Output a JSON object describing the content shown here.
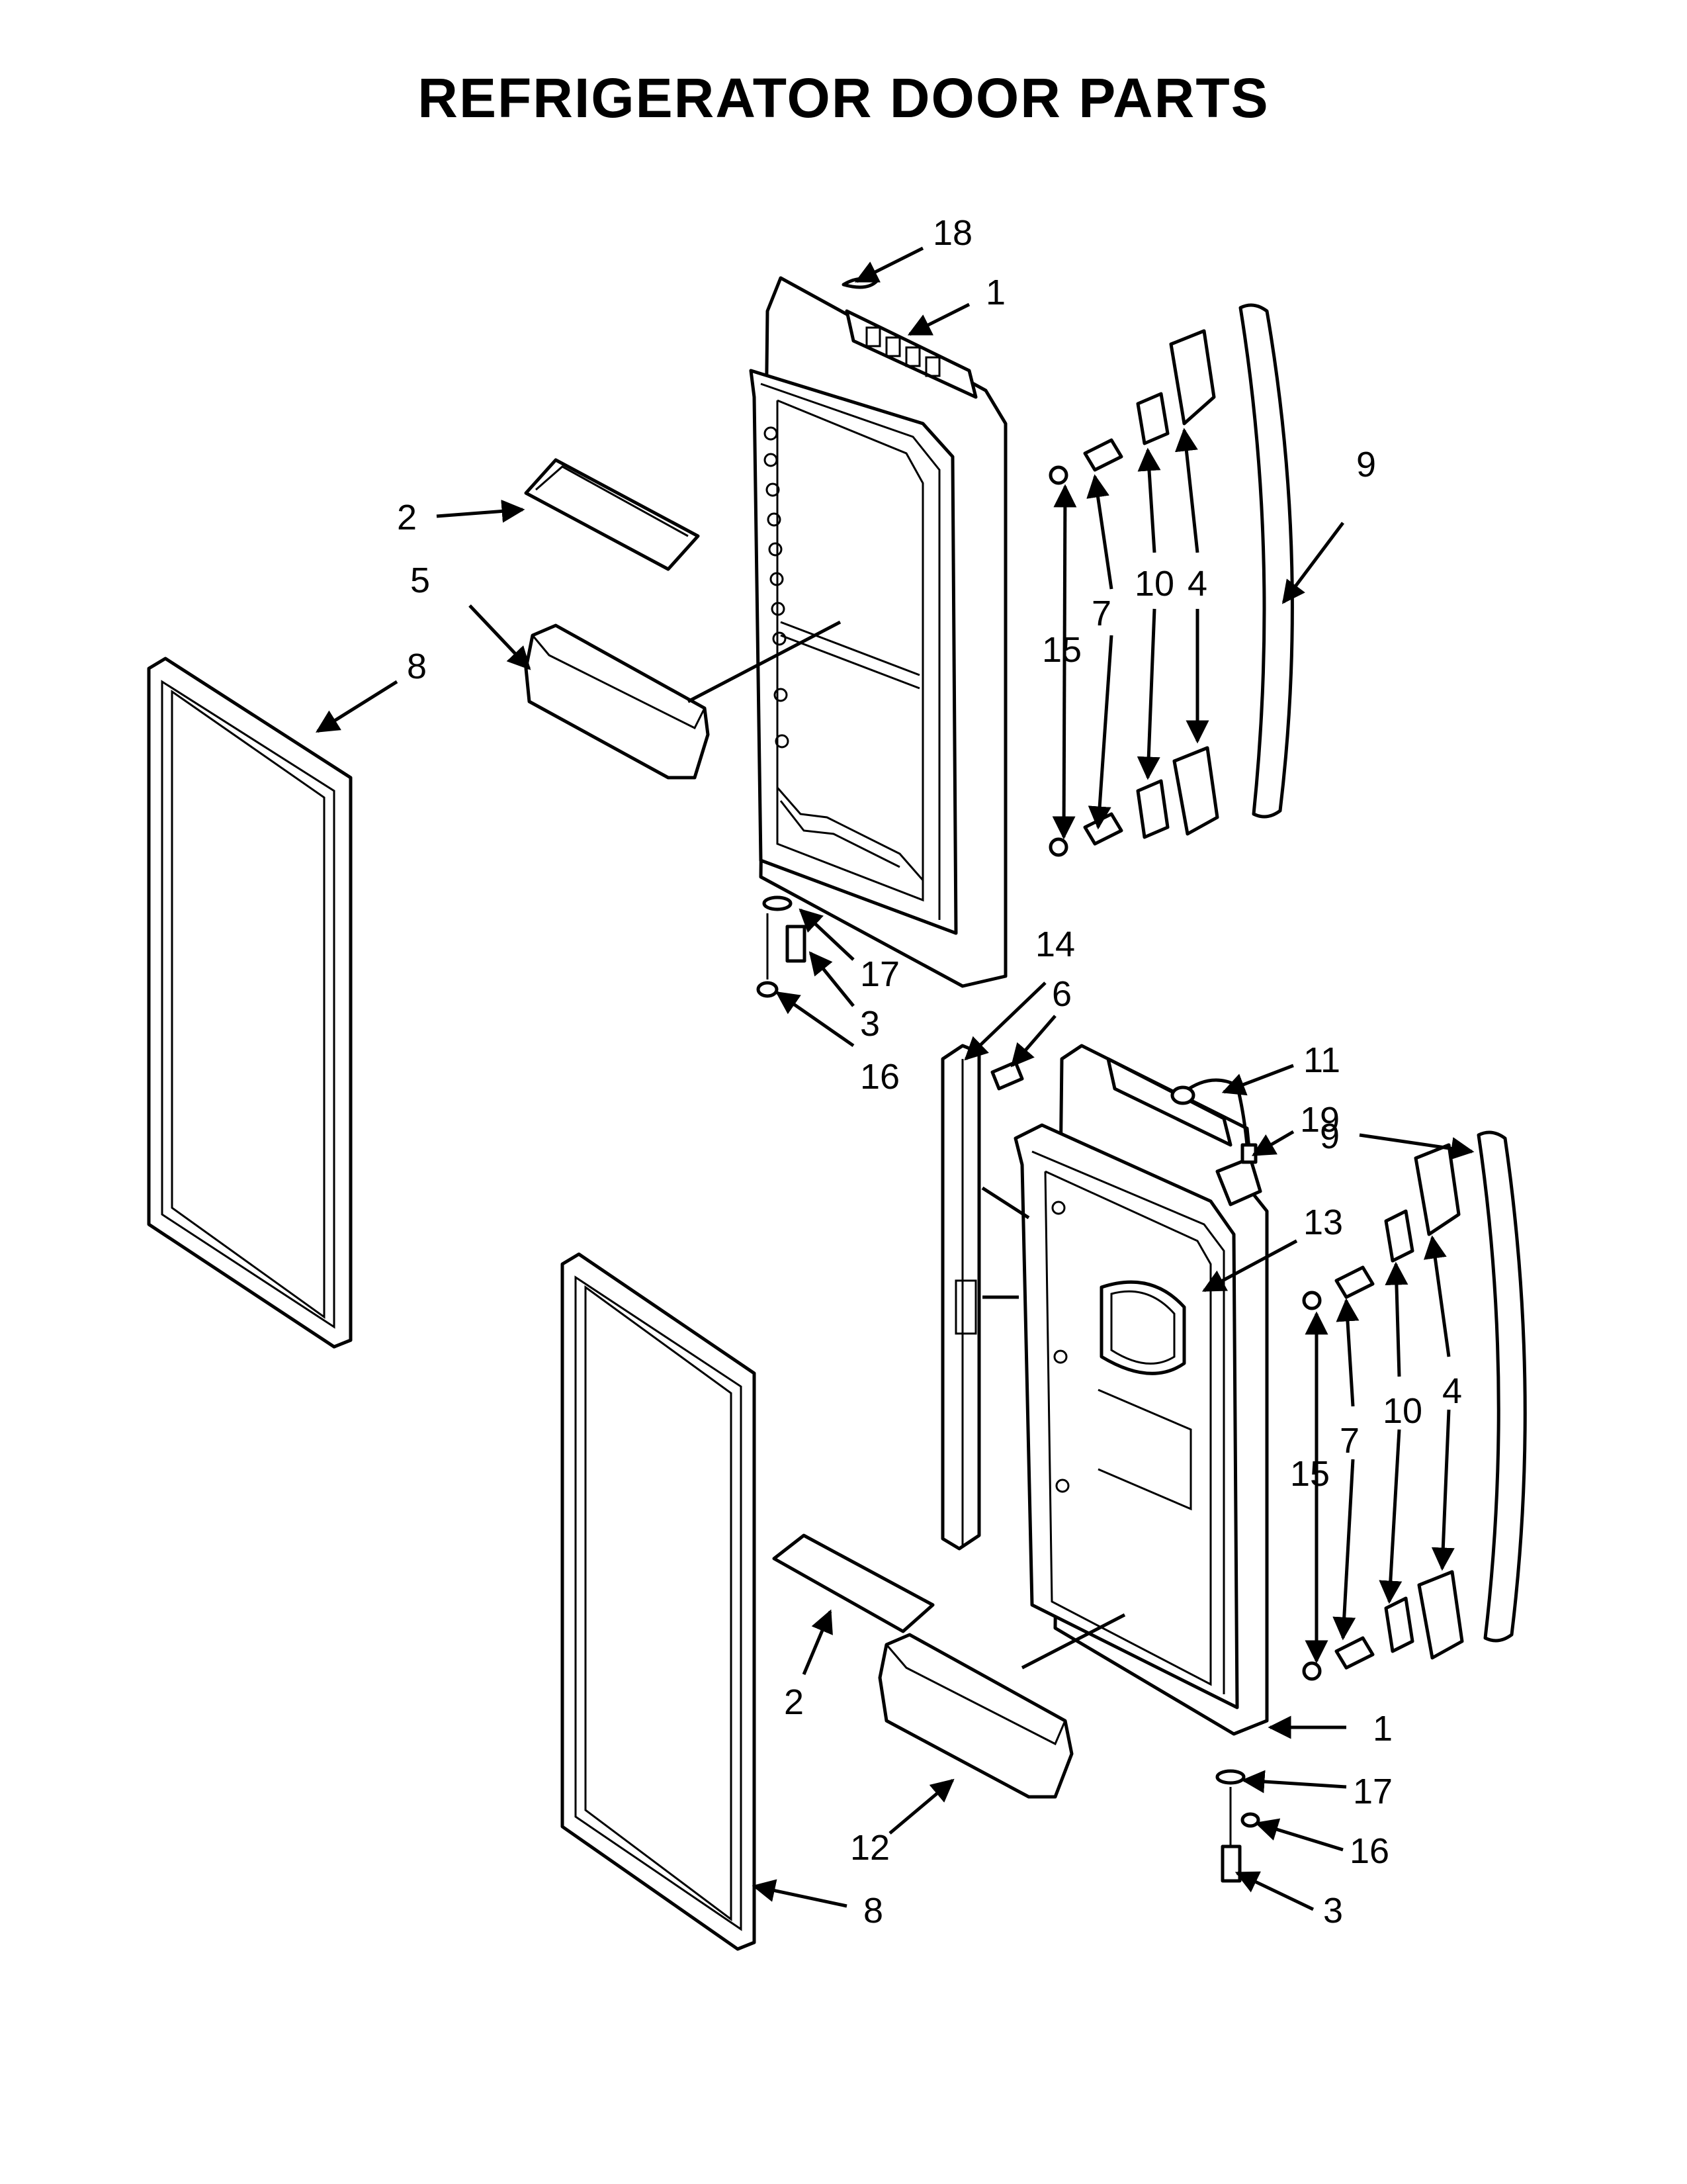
{
  "title": "REFRIGERATOR DOOR PARTS",
  "callouts": {
    "c18": "18",
    "c1a": "1",
    "c2a": "2",
    "c5": "5",
    "c8a": "8",
    "c9a": "9",
    "c15a": "15",
    "c7a": "7",
    "c10a": "10",
    "c4a": "4",
    "c17a": "17",
    "c3a": "3",
    "c16a": "16",
    "c14": "14",
    "c6": "6",
    "c11": "11",
    "c19": "19",
    "c9b": "9",
    "c13": "13",
    "c15b": "15",
    "c7b": "7",
    "c10b": "10",
    "c4b": "4",
    "c2b": "2",
    "c12": "12",
    "c8b": "8",
    "c1b": "1",
    "c17b": "17",
    "c16b": "16",
    "c3b": "3"
  }
}
